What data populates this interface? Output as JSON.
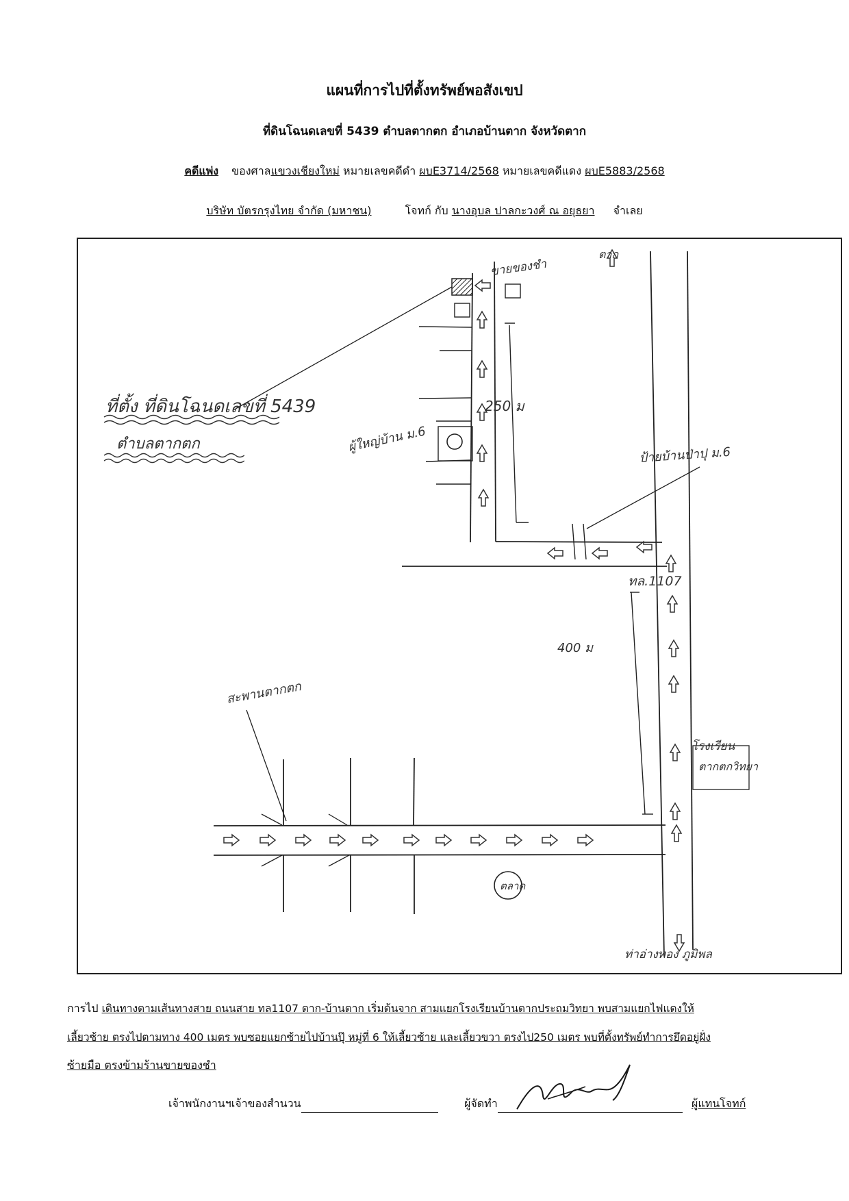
{
  "header": {
    "title": "แผนที่การไปที่ตั้งทรัพย์พอสังเขป",
    "subtitle": "ที่ดินโฉนดเลขที่ 5439  ตำบลตากตก  อำเภอบ้านตาก  จังหวัดตาก",
    "case": {
      "label": "คดีแพ่ง",
      "court_prefix": "ของศาล",
      "court": "แขวงเชียงใหม่",
      "black_label": "หมายเลขคดีดำ",
      "black_no": "ผบE3714/2568",
      "red_label": "หมายเลขคดีแดง",
      "red_no": "ผบE5883/2568"
    },
    "parties": {
      "plaintiff": "บริษัท บัตรกรุงไทย จำกัด (มหาชน)",
      "plaintiff_label": "โจทก์ กับ",
      "defendant": "นางอุบล ปาลกะวงศ์ ณ อยุธยา",
      "defendant_label": "จำเลย"
    }
  },
  "map": {
    "property_label": "ที่ตั้ง ที่ดินโฉนดเลขที่ 5439",
    "subdistrict_label": "ตำบลตากตก",
    "shop_label": "ขายของชำ",
    "headman_label": "ผู้ใหญ่บ้าน ม.6",
    "distance_250": "250 ม",
    "village_sign_label": "ป้ายบ้านป่าปุ ม.6",
    "highway_label": "ทล.1107",
    "distance_400": "400 ม",
    "bridge_label": "สะพานตากตก",
    "school_label_1": "โรงเรียน",
    "school_label_2": "ตากตกวิทยา",
    "market_label": "ตลาด",
    "tak_label": "ตาก",
    "ban_tak_label": "ท่าอ่างทอง ภูมิพล"
  },
  "directions": {
    "label": "การไป",
    "line1": "เดินทางตามเส้นทางสาย  ถนนสาย  ทล1107  ตาก-บ้านตาก    เริ่มต้นจาก  สามแยกโรงเรียนบ้านตากประถมวิทยา  พบสามแยกไฟแดงให้",
    "line2": "เลี้ยวซ้าย  ตรงไปตามทาง  400  เมตร  พบซอยแยกซ้ายไปบ้านปุ๊  หมู่ที่  6  ให้เลี้ยวซ้าย  และเลี้ยวขวา  ตรงไป250  เมตร  พบที่ตั้งทรัพย์ทำการยึดอยู่ฝั่ง",
    "line3": "ซ้ายมือ  ตรงข้ามร้านขายของชำ"
  },
  "signature": {
    "officer_label": "เจ้าพนักงานฯเจ้าของสำนวน",
    "preparer_label": "ผู้จัดทำ",
    "rep_label": "ผู้แทนโจทก์"
  }
}
